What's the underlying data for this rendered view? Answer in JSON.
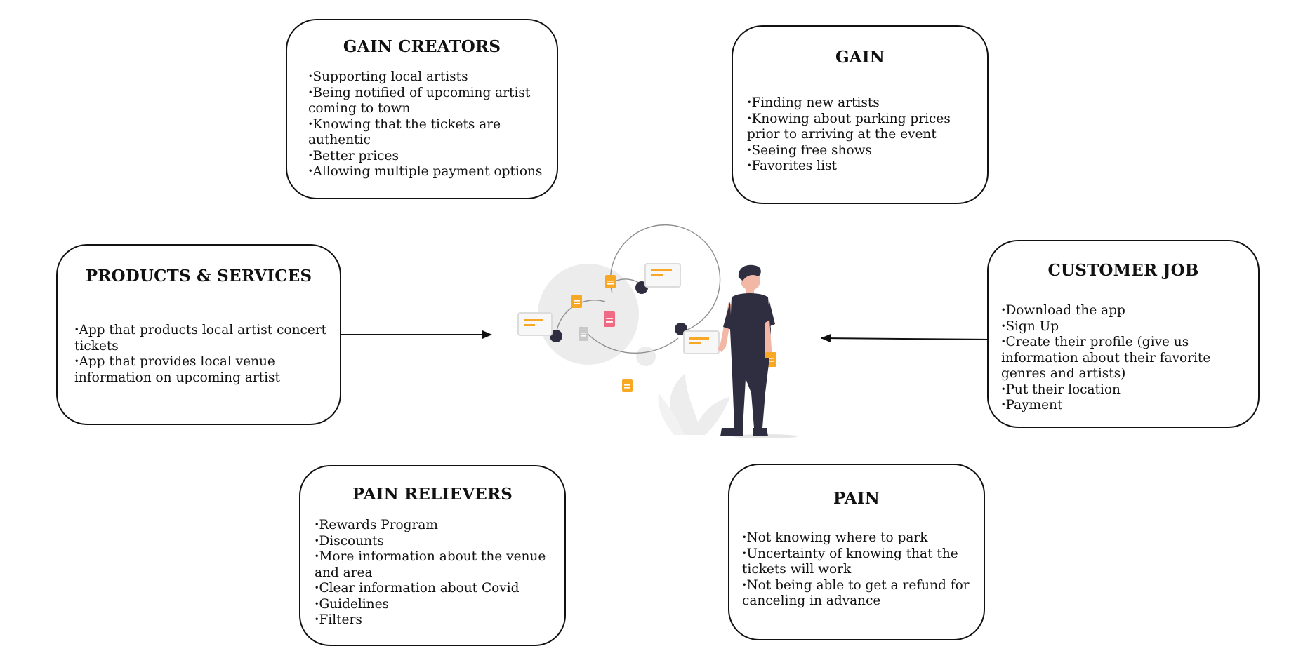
{
  "gain_creators": {
    "title": "GAIN CREATORS",
    "items": [
      "Supporting local artists",
      "Being notified of upcoming artist coming to town",
      "Knowing that the tickets are authentic",
      "Better prices",
      "Allowing multiple payment options"
    ]
  },
  "gain": {
    "title": "GAIN",
    "items": [
      "Finding new artists",
      "Knowing about parking prices prior to arriving at the event",
      "Seeing free shows",
      "Favorites list"
    ]
  },
  "products_services": {
    "title": "PRODUCTS & SERVICES",
    "items": [
      "App that products local artist concert tickets",
      "App that provides local venue information on upcoming artist"
    ]
  },
  "customer_job": {
    "title": "CUSTOMER JOB",
    "items": [
      "Download the app",
      "Sign Up",
      "Create their profile (give us information about their favorite genres and artists)",
      "Put their location",
      "Payment"
    ]
  },
  "pain_relievers": {
    "title": "PAIN RELIEVERS",
    "items": [
      "Rewards Program",
      "Discounts",
      "More information about the venue and area",
      "Clear information about Covid",
      "Guidelines",
      "Filters"
    ]
  },
  "pain": {
    "title": "PAIN",
    "items": [
      "Not knowing where to park",
      "Uncertainty of knowing that the tickets will work",
      "Not being able to get a refund for canceling in advance"
    ]
  },
  "colors": {
    "accent_orange": "#f9a826",
    "accent_pink": "#f06a83",
    "dark_figure": "#2f2e41",
    "skin": "#f3b7a6"
  },
  "icons": [
    "arrow-right-icon",
    "arrow-left-icon",
    "person-with-documents-illustration"
  ]
}
